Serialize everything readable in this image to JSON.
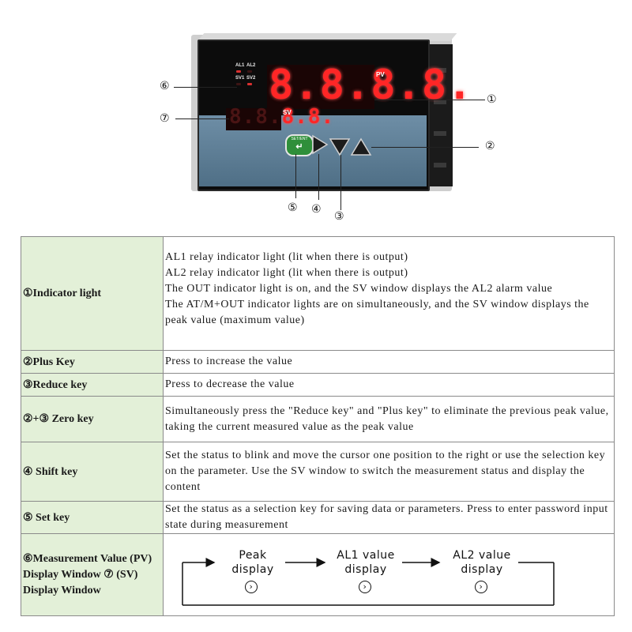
{
  "device": {
    "indicators": [
      "AL1",
      "AL2",
      "SV1",
      "SV2"
    ],
    "pv_label": "PV",
    "pv_display": "8.8.8.8.",
    "sv_label": "SV",
    "sv_display_dim": "8.8.",
    "sv_display_lit": "8.8.",
    "set_key_label": "SET/ENT",
    "set_key_icon": "enter-arrow-icon",
    "callouts": [
      "①",
      "②",
      "③",
      "④",
      "⑤",
      "⑥",
      "⑦"
    ]
  },
  "table": {
    "rows": [
      {
        "key": "①Indicator light",
        "lines": [
          "AL1 relay indicator light (lit when there is output)",
          "AL2 relay indicator light (lit when there is output)",
          "The OUT indicator light is on, and the SV window displays the AL2 alarm value",
          "The AT/M+OUT indicator lights are on simultaneously, and the SV window displays the peak value (maximum value)"
        ]
      },
      {
        "key": "②Plus Key",
        "value": "Press to increase the value"
      },
      {
        "key": "③Reduce key",
        "value": "Press to decrease the value"
      },
      {
        "key": "②+③ Zero key",
        "value": "Simultaneously press the \"Reduce key\" and \"Plus key\"  to eliminate the previous peak value, taking the current measured value as the peak value"
      },
      {
        "key": "④ Shift key",
        "value": "Set the status to blink and move the cursor one position to the right or use the selection key on the parameter. Use the SV window to switch the measurement status and display the content"
      },
      {
        "key": "⑤ Set key",
        "value": "Set the status as a selection key for saving data or parameters. Press to enter password input state during measurement"
      },
      {
        "key": "⑥Measurement Value (PV) Display Window ⑦ (SV) Display Window"
      }
    ],
    "flow": {
      "nodes": [
        {
          "line1": "Peak",
          "line2": "display",
          "icon": "circled-right-arrow-icon"
        },
        {
          "line1": "AL1 value",
          "line2": "display",
          "icon": "circled-right-arrow-icon"
        },
        {
          "line1": "AL2 value",
          "line2": "display",
          "icon": "circled-right-arrow-icon"
        }
      ]
    }
  }
}
